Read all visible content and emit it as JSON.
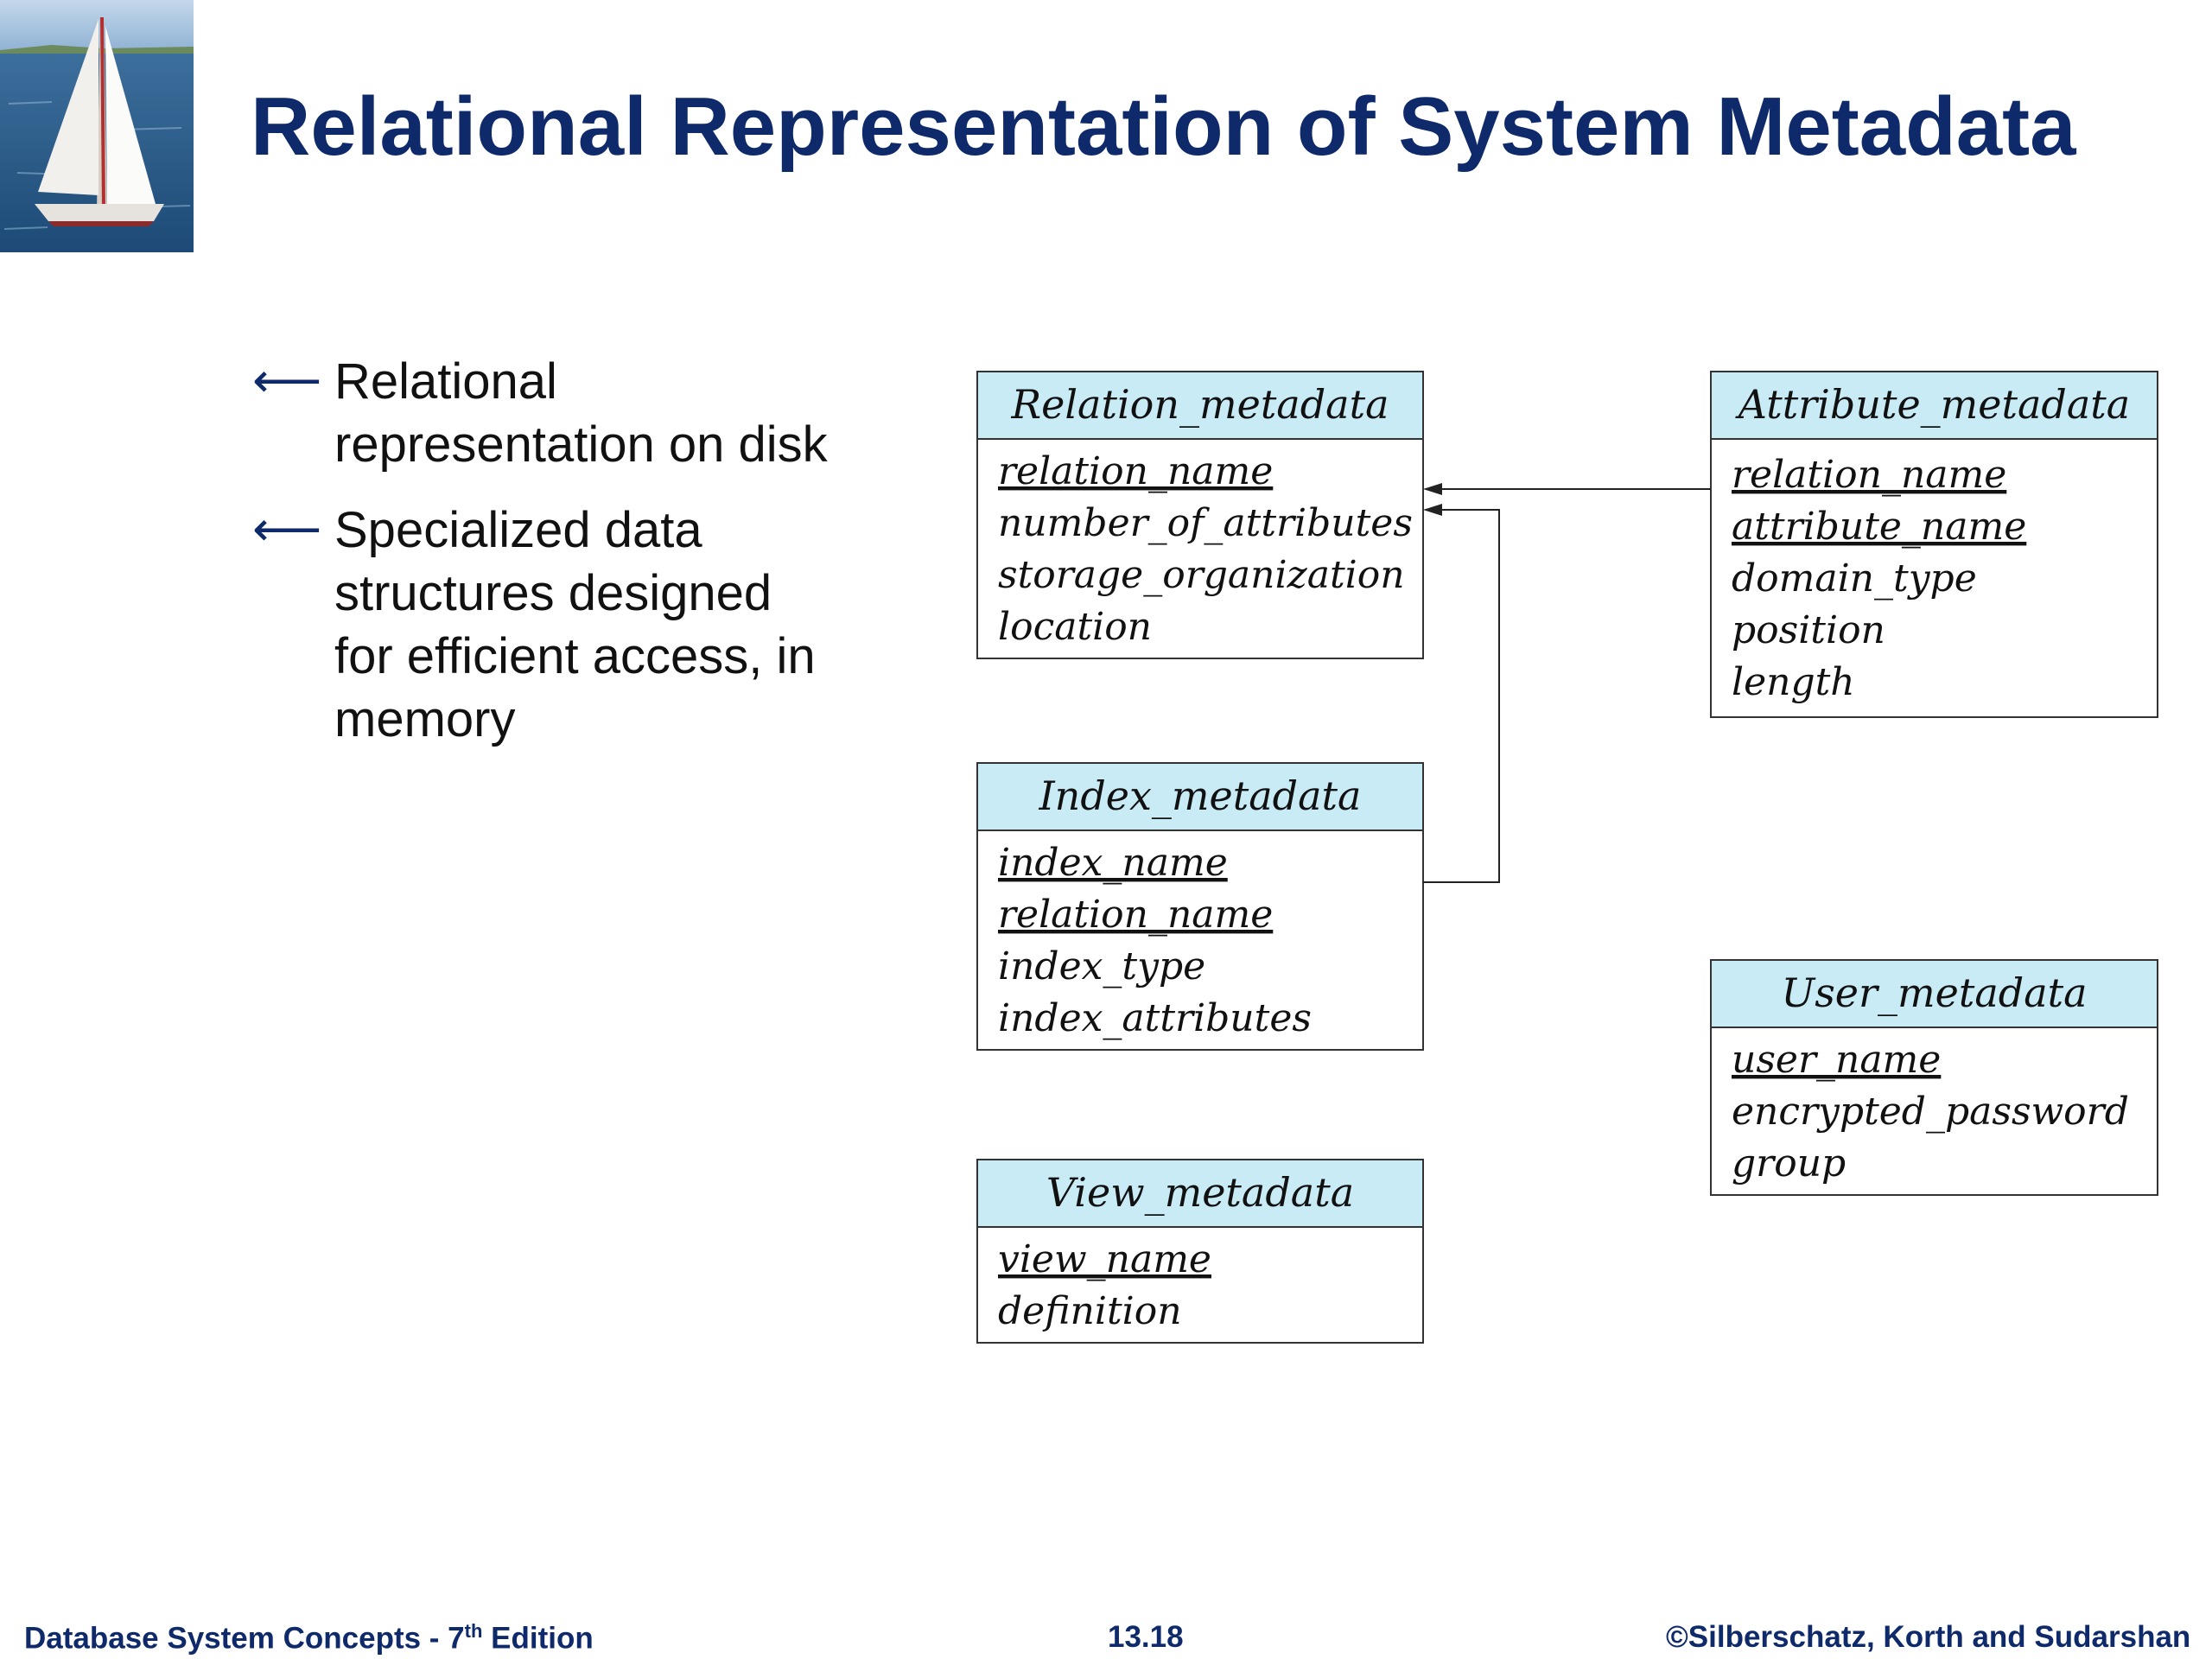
{
  "slide": {
    "title": "Relational Representation of System Metadata",
    "bullets": [
      {
        "text": "Relational representation on disk"
      },
      {
        "text": "Specialized data structures designed for efficient access, in memory"
      }
    ]
  },
  "colors": {
    "title": "#0f2a6b",
    "table_header": "#c8ebf5",
    "border": "#333333"
  },
  "tables": {
    "relation": {
      "name": "Relation_metadata",
      "attributes": [
        {
          "text": "relation_name",
          "key": true
        },
        {
          "text": "number_of_attributes",
          "key": false
        },
        {
          "text": "storage_organization",
          "key": false
        },
        {
          "text": "location",
          "key": false
        }
      ]
    },
    "attribute": {
      "name": "Attribute_metadata",
      "attributes": [
        {
          "text": "relation_name",
          "key": true
        },
        {
          "text": "attribute_name",
          "key": true
        },
        {
          "text": "domain_type",
          "key": false
        },
        {
          "text": "position",
          "key": false
        },
        {
          "text": "length",
          "key": false
        }
      ]
    },
    "index": {
      "name": "Index_metadata",
      "attributes": [
        {
          "text": "index_name",
          "key": true
        },
        {
          "text": "relation_name",
          "key": true
        },
        {
          "text": "index_type",
          "key": false
        },
        {
          "text": "index_attributes",
          "key": false
        }
      ]
    },
    "user": {
      "name": "User_metadata",
      "attributes": [
        {
          "text": "user_name",
          "key": true
        },
        {
          "text": "encrypted_password",
          "key": false
        },
        {
          "text": "group",
          "key": false
        }
      ]
    },
    "view": {
      "name": "View_metadata",
      "attributes": [
        {
          "text": "view_name",
          "key": true
        },
        {
          "text": "definition",
          "key": false
        }
      ]
    }
  },
  "references": [
    {
      "from": "attribute.relation_name",
      "to": "relation.relation_name"
    },
    {
      "from": "index.relation_name",
      "to": "relation.relation_name"
    }
  ],
  "footer": {
    "left_prefix": "Database System Concepts - 7",
    "left_sup": "th",
    "left_suffix": " Edition",
    "page": "13.18",
    "copyright": "©Silberschatz, Korth and Sudarshan"
  }
}
